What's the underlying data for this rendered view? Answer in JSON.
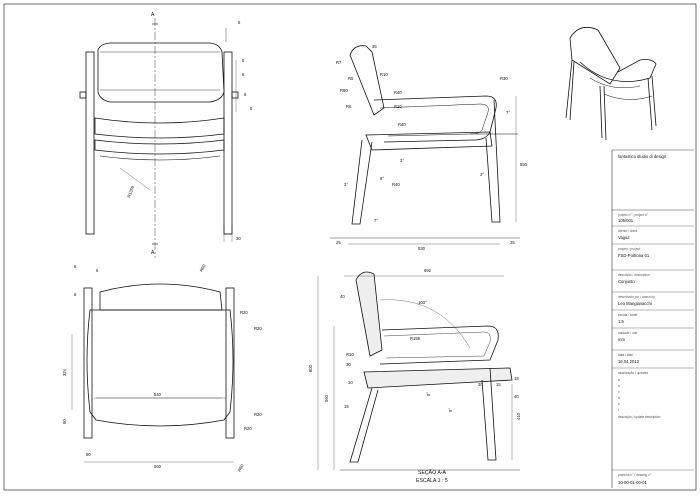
{
  "front_view": {
    "section_marker": "A",
    "dims": {
      "top_gap": "6",
      "side_a": "6",
      "side_b": "6",
      "side_c": "6",
      "side_d": "6",
      "radius": "R1350",
      "bottom": "30"
    }
  },
  "top_view": {
    "dims": {
      "top_a": "6",
      "top_b": "6",
      "top_c": "6",
      "r_corner": "R60",
      "r_right_a": "R20",
      "r_right_b": "R20",
      "r_right_c": "R20",
      "r_right_d": "R20",
      "r_bottom": "R60",
      "left_a": "324",
      "left_b": "90",
      "inner_width": "540",
      "bottom_a": "60",
      "bottom_total": "660"
    }
  },
  "side_view": {
    "dims": {
      "top": "35",
      "r7": "R7",
      "r5": "R5",
      "r10_a": "R10",
      "r40_a": "R40",
      "r60": "R60",
      "r6": "R6",
      "r10_b": "R10",
      "r40_b": "R40",
      "r30": "R30",
      "ang_7a": "7°",
      "height": "550",
      "ang_3a": "3°",
      "ang_8": "8°",
      "ang_3b": "3°",
      "r40_c": "R40",
      "ang_3c": "3°",
      "ang_7b": "7°",
      "base_left": "25",
      "base_total": "830",
      "base_right": "25"
    }
  },
  "section_view": {
    "title": "SEÇÃO A-A",
    "scale": "ESCALA 1 : 5",
    "dims": {
      "top_width": "692",
      "r40": "40",
      "ang_103": "103°",
      "r158": "R158",
      "r10": "R10",
      "d30": "30",
      "d10": "10",
      "d15": "15",
      "d560": "560",
      "d800": "800",
      "ang_0": "0°",
      "ang_5": "5°",
      "d20": "20",
      "d15b": "15",
      "d18": "18",
      "d40": "40",
      "d410": "410"
    }
  },
  "title_block": {
    "studio": "fantastico studio di design",
    "fields": [
      {
        "label": "projeto n° / project n°",
        "value": "105/001"
      },
      {
        "label": "cliente / client",
        "value": "Vagaz"
      },
      {
        "label": "projeto / project",
        "value": "FSD-Poltrona 01"
      },
      {
        "label": "descrição / description",
        "value": "Conjunto"
      },
      {
        "label": "desenhado por / drawn by",
        "value": "Leo Mangiavacchi"
      },
      {
        "label": "escala / scale",
        "value": "1:5"
      },
      {
        "label": "unidade / unit",
        "value": "mm"
      },
      {
        "label": "data / date",
        "value": "16.04.2013"
      }
    ],
    "revisions_label": "atualização / updates",
    "revisions": [
      "a",
      "b",
      "c",
      "d",
      "e",
      "f"
    ],
    "revision_desc_label": "descrição / update description",
    "drawing_label": "prancha n° / drawing n°",
    "drawing_no": "10-00-01-00-01"
  }
}
